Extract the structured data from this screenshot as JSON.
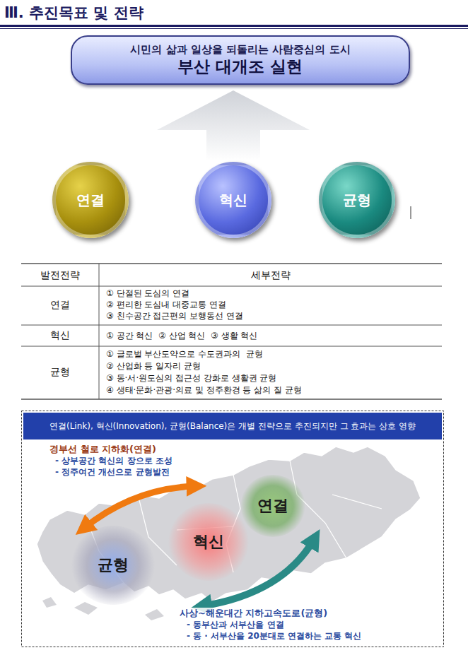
{
  "diagram": {
    "title": "Ⅲ. 추진목표 및 전략",
    "nodes": [
      {
        "text": [
          "시민의 삶과 일상을 되돌리는 사람중심의 도시",
          "부산 대개조 실현"
        ]
      },
      {
        "text": [
          "연결"
        ]
      },
      {
        "text": [
          "혁신"
        ]
      },
      {
        "text": [
          "균형"
        ]
      },
      {
        "text": [
          "연결(Link), 혁신(Innovation), 균형(Balance)은 개별 전략으로 추진되지만 그 효과는 상호 영향"
        ]
      },
      {
        "text": [
          "연결"
        ]
      },
      {
        "text": [
          "혁신"
        ]
      },
      {
        "text": [
          "균형"
        ]
      }
    ],
    "labels": [
      "발전전략",
      "세부전략",
      "연결",
      "① 단절된 도심의 연결",
      "② 편리한 도심내 대중교통 연결",
      "③ 친수공간 접근편의 보행동선 연결",
      "혁신",
      "① 공간 혁신  ② 산업 혁신  ③ 생활 혁신",
      "균형",
      "① 글로벌 부산도약으로 수도권과의  균형",
      "② 산업화 등 일자리 균형",
      "③ 동·서·원도심의 접근성 강화로 생활권 균형",
      "④ 생태·문화·관광·의료 및 정주환경 등 삶의 질 균형",
      "경부선 철로 지하화(연결)",
      "- 상부공간 혁신의 장으로 조성",
      "- 정주여건 개선으로 균형발전",
      "사상~해운대간 지하고속도로(균형)",
      "- 동부산과 서부산을 연결",
      "- 동 · 서부산을 20분대로 연결하는 교통 혁신"
    ]
  }
}
